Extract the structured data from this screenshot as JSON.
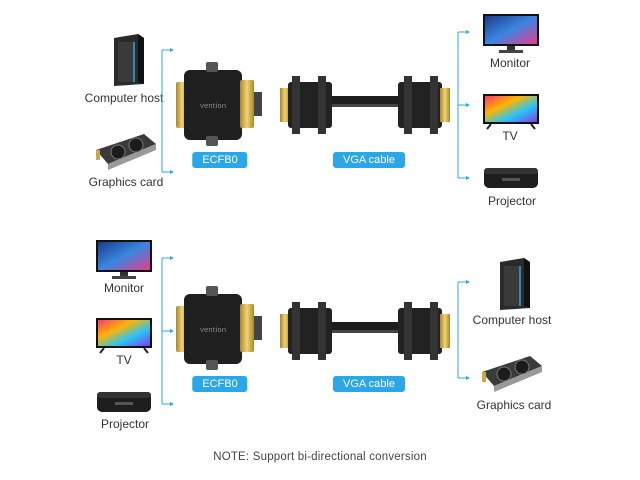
{
  "top": {
    "left_devices": [
      {
        "label": "Computer host",
        "icon": "pc-tower-icon"
      },
      {
        "label": "Graphics card",
        "icon": "graphics-card-icon"
      }
    ],
    "adapter_label": "ECFB0",
    "cable_label": "VGA cable",
    "right_devices": [
      {
        "label": "Monitor",
        "icon": "monitor-icon"
      },
      {
        "label": "TV",
        "icon": "tv-icon"
      },
      {
        "label": "Projector",
        "icon": "projector-icon"
      }
    ]
  },
  "bottom": {
    "left_devices": [
      {
        "label": "Monitor",
        "icon": "monitor-icon"
      },
      {
        "label": "TV",
        "icon": "tv-icon"
      },
      {
        "label": "Projector",
        "icon": "projector-icon"
      }
    ],
    "adapter_label": "ECFB0",
    "cable_label": "VGA cable",
    "right_devices": [
      {
        "label": "Computer host",
        "icon": "pc-tower-icon"
      },
      {
        "label": "Graphics card",
        "icon": "graphics-card-icon"
      }
    ]
  },
  "adapter_brand": "vention",
  "note": "NOTE: Support bi-directional conversion",
  "colors": {
    "accent": "#2aa7e8",
    "connector_gold": "#d4b24a",
    "device_dark": "#1e1e1e"
  }
}
